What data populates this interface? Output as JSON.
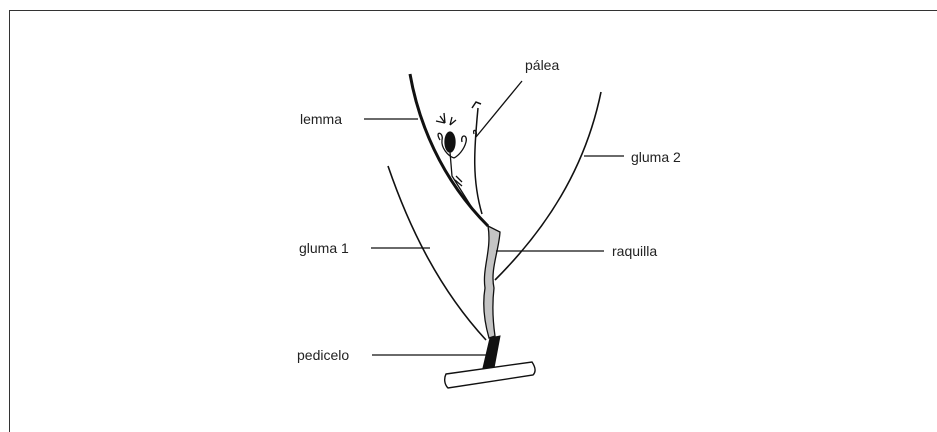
{
  "labels": {
    "palea": "pálea",
    "lemma": "lemma",
    "gluma2": "gluma 2",
    "gluma1": "gluma 1",
    "raquilla": "raquilla",
    "pedicelo": "pedicelo"
  },
  "colors": {
    "line": "#111111",
    "raquilla_fill": "#c4c4c4",
    "pedicelo_fill": "#111111"
  }
}
